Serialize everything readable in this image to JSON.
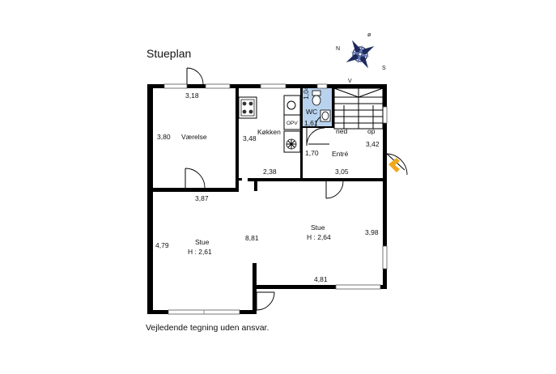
{
  "title": "Stueplan",
  "disclaimer": "Vejledende tegning uden ansvar.",
  "compass": {
    "n": "N",
    "o": "ø",
    "s": "S",
    "v": "V"
  },
  "colors": {
    "wall": "#000000",
    "wc_fill": "#b9d3ef",
    "entry_arrow": "#f0a81c",
    "window_gray": "#888888"
  },
  "rooms": {
    "vaerelse": {
      "name": "Værelse",
      "width": "3,18",
      "depth": "3,80",
      "bottom": "3,87"
    },
    "koekken": {
      "name": "Køkken",
      "depth": "3,48",
      "width": "2,38",
      "appliance": "OPV"
    },
    "wc": {
      "name": "WC",
      "width": "1,04",
      "depth": "1,61"
    },
    "entre": {
      "name": "Entré",
      "width": "1,70",
      "length": "3,05",
      "depth": "3,42",
      "stair_down": "ned",
      "stair_up": "op"
    },
    "stue_left": {
      "name": "Stue",
      "height": "H : 2,61",
      "depth": "4,79"
    },
    "stue_right": {
      "name": "Stue",
      "height": "H : 2,64",
      "depth": "3,98",
      "width": "4,81"
    },
    "stue_span": "8,81"
  },
  "icons": [
    "compass-rose-icon",
    "entry-arrow-icon",
    "stove-icon",
    "sink-icon",
    "toilet-icon",
    "washbasin-icon",
    "staircase-icon"
  ]
}
